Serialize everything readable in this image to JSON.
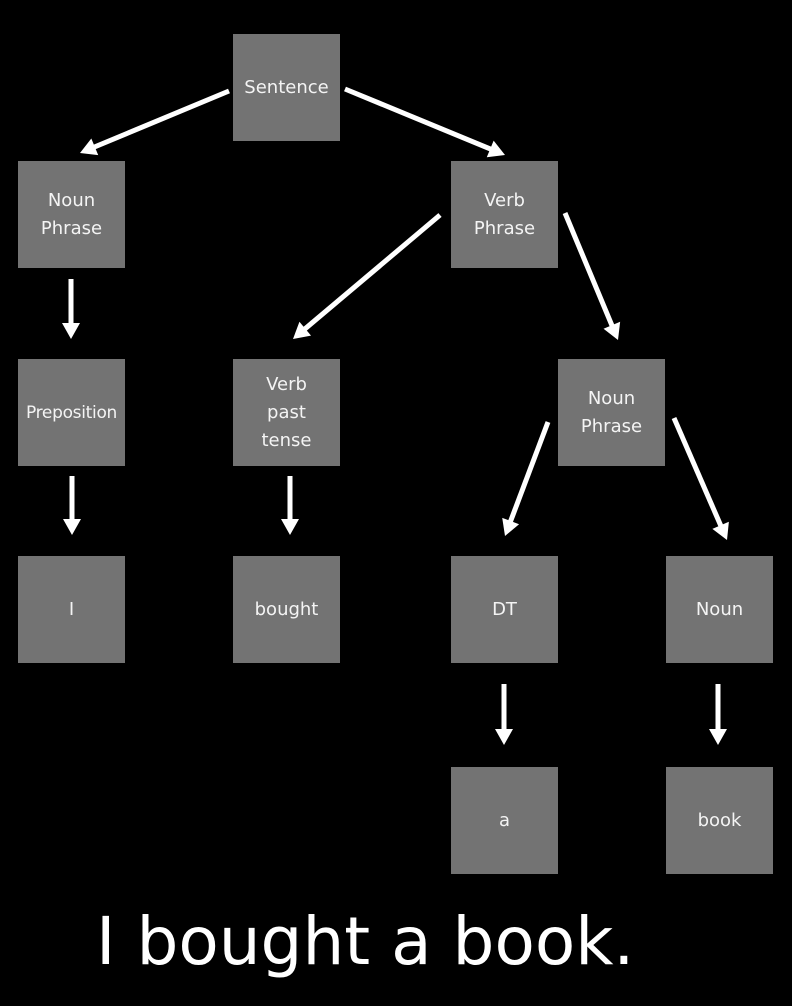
{
  "diagram": {
    "colors": {
      "background": "#000000",
      "node_fill": "#737373",
      "node_text": "#f4f4f4",
      "arrow": "#ffffff"
    },
    "nodes": {
      "sentence": "Sentence",
      "np_subject": "Noun\nPhrase",
      "vp": "Verb\nPhrase",
      "preposition": "Preposition",
      "verb_past": "Verb\npast\ntense",
      "np_object": "Noun\nPhrase",
      "word_i": "I",
      "word_bought": "bought",
      "dt": "DT",
      "noun": "Noun",
      "word_a": "a",
      "word_book": "book"
    },
    "edges": [
      [
        "sentence",
        "np_subject"
      ],
      [
        "sentence",
        "vp"
      ],
      [
        "np_subject",
        "preposition"
      ],
      [
        "vp",
        "verb_past"
      ],
      [
        "vp",
        "np_object"
      ],
      [
        "preposition",
        "word_i"
      ],
      [
        "verb_past",
        "word_bought"
      ],
      [
        "np_object",
        "dt"
      ],
      [
        "np_object",
        "noun"
      ],
      [
        "dt",
        "word_a"
      ],
      [
        "noun",
        "word_book"
      ]
    ],
    "sentence_text": "I bought a book."
  }
}
